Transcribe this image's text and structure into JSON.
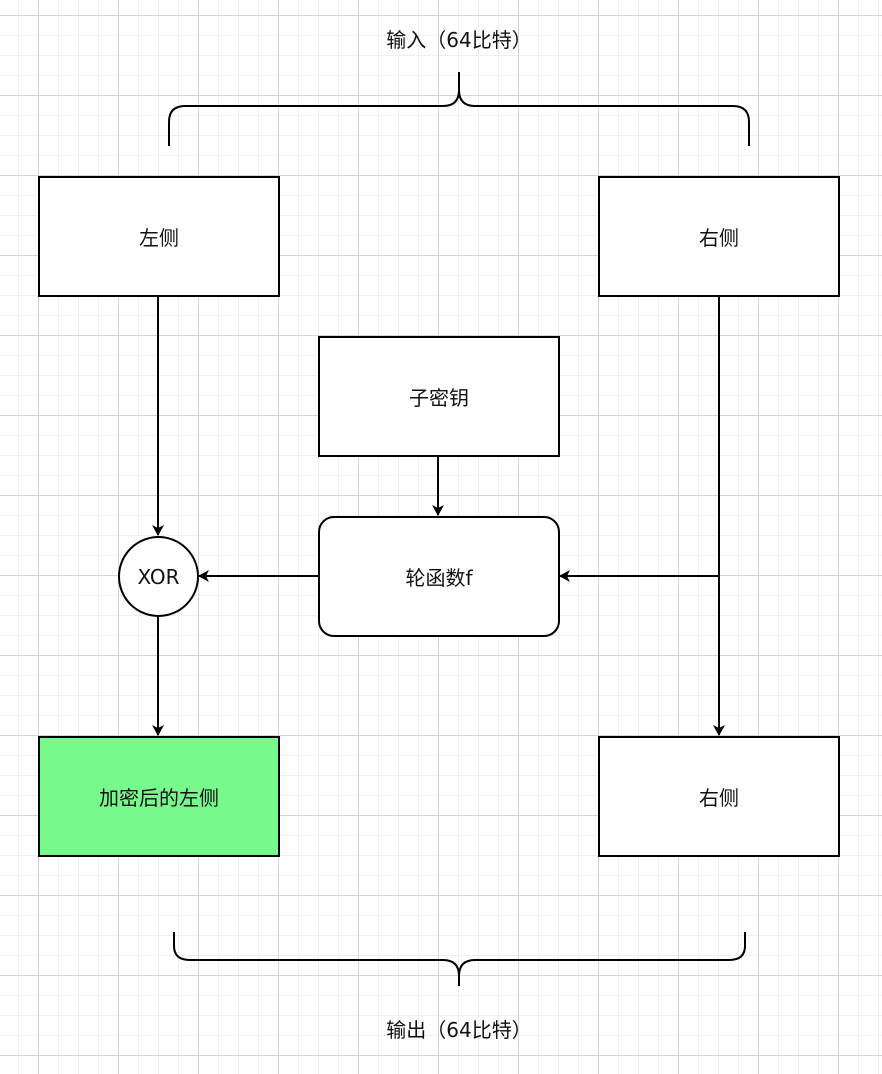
{
  "diagram": {
    "input_label": "输入（64比特）",
    "output_label": "输出（64比特）",
    "nodes": {
      "left_in": "左侧",
      "right_in": "右侧",
      "subkey": "子密钥",
      "round_function": "轮函数f",
      "xor": "XOR",
      "left_out": "加密后的左侧",
      "right_out": "右侧"
    },
    "edges": [
      {
        "from": "left_in",
        "to": "xor"
      },
      {
        "from": "subkey",
        "to": "round_function"
      },
      {
        "from": "right_in",
        "to": "round_function"
      },
      {
        "from": "round_function",
        "to": "xor"
      },
      {
        "from": "xor",
        "to": "left_out"
      },
      {
        "from": "right_in",
        "to": "right_out"
      }
    ],
    "colors": {
      "highlight": "#78F98C",
      "stroke": "#000000"
    }
  }
}
